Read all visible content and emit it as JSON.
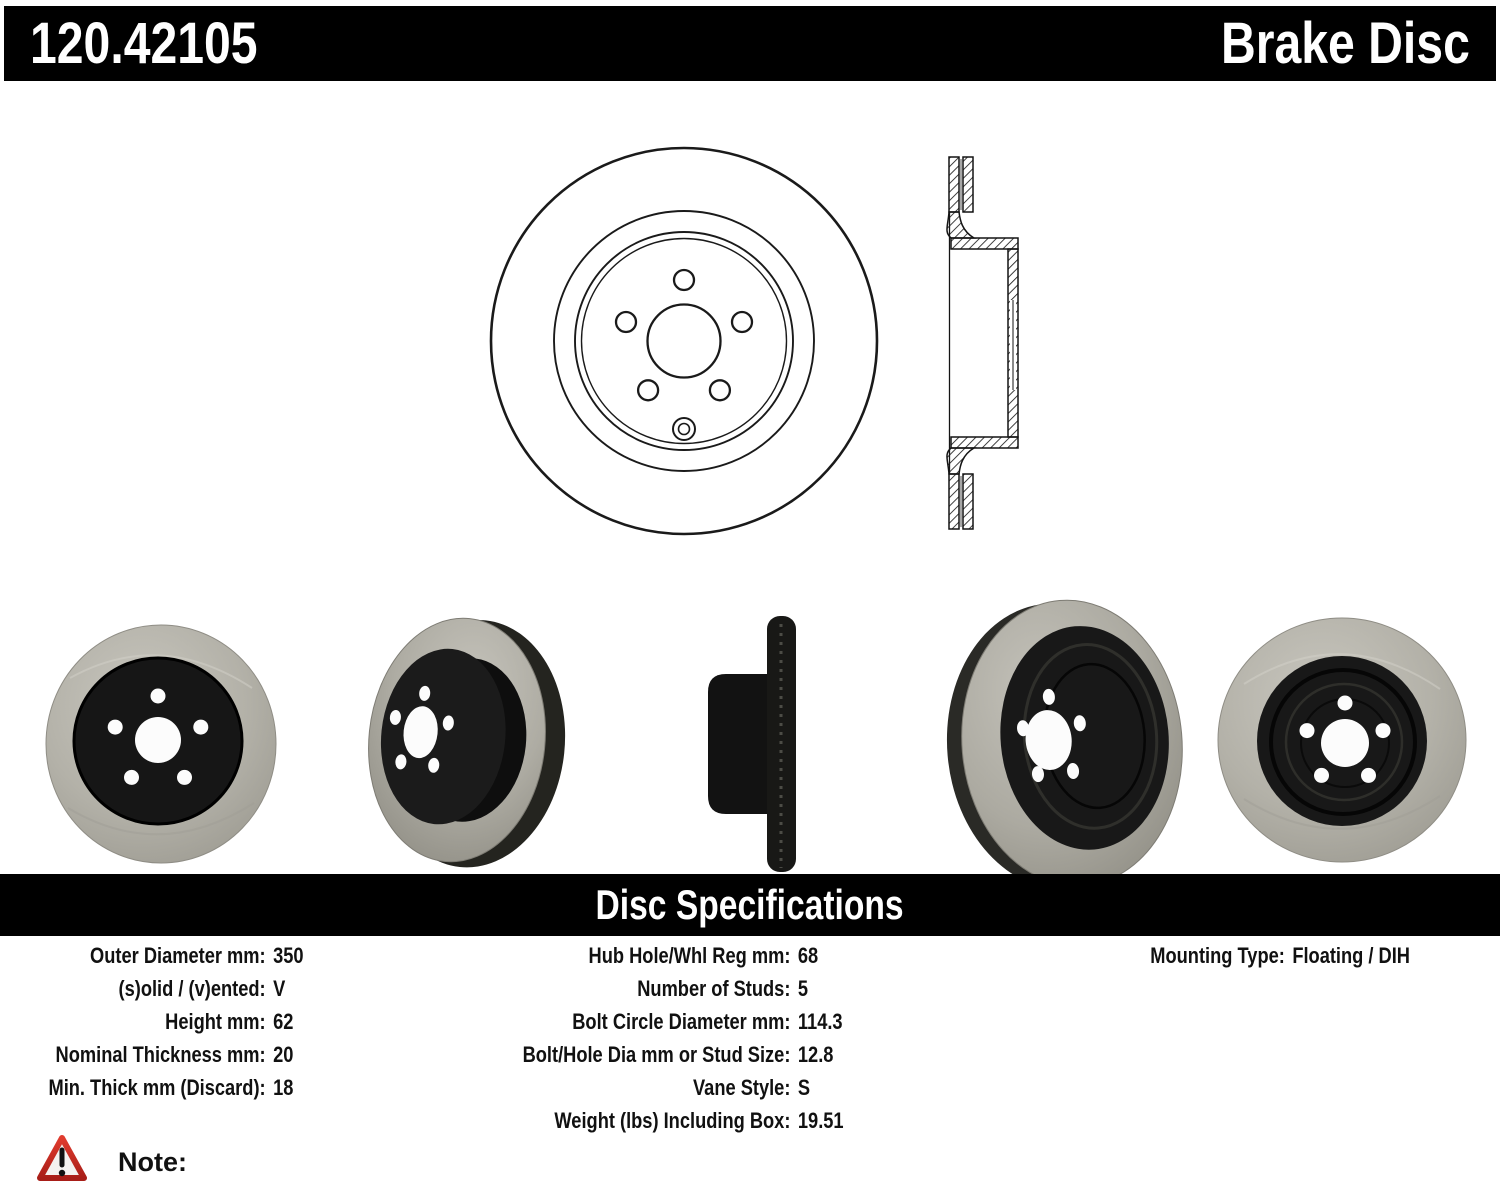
{
  "header": {
    "part_number": "120.42105",
    "product_name": "Brake Disc"
  },
  "spec_section": {
    "title": "Disc Specifications"
  },
  "specs": {
    "left": [
      {
        "label": "Outer Diameter mm:",
        "value": "350"
      },
      {
        "label": "(s)olid / (v)ented:",
        "value": "V"
      },
      {
        "label": "Height mm:",
        "value": "62"
      },
      {
        "label": "Nominal Thickness mm:",
        "value": "20"
      },
      {
        "label": "Min. Thick mm (Discard):",
        "value": "18"
      }
    ],
    "middle": [
      {
        "label": "Hub Hole/Whl Reg mm:",
        "value": "68"
      },
      {
        "label": "Number of Studs:",
        "value": "5"
      },
      {
        "label": "Bolt Circle Diameter mm:",
        "value": "114.3"
      },
      {
        "label": "Bolt/Hole Dia mm or Stud Size:",
        "value": "12.8"
      },
      {
        "label": "Vane Style:",
        "value": "S"
      },
      {
        "label": "Weight (lbs) Including Box:",
        "value": "19.51"
      }
    ],
    "right": [
      {
        "label": "Mounting Type:",
        "value": "Floating / DIH"
      }
    ]
  },
  "note": {
    "label": "Note:",
    "icon": "warning-triangle-icon"
  },
  "colors": {
    "header_bg": "#000000",
    "header_text": "#ffffff",
    "spec_bar_bg": "#000000",
    "spec_bar_text": "#ffffff",
    "body_text": "#111111",
    "warning_red": "#c5231f",
    "friction_surface_gray": "#b3b1a8",
    "hat_black": "#171717",
    "line_art": "#1a1a1a",
    "background": "#ffffff"
  }
}
